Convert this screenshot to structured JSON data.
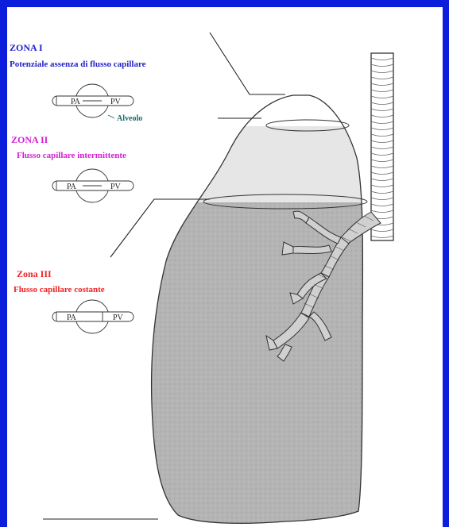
{
  "zone1": {
    "title": "ZONA I",
    "subtitle": "Potenziale assenza di flusso capillare",
    "pa": "PA",
    "pv": "PV",
    "alveolo": "Alveolo"
  },
  "zone2": {
    "title": "ZONA II",
    "subtitle": "Flusso capillare intermittente",
    "pa": "PA",
    "pv": "PV"
  },
  "zone3": {
    "title": "Zona III",
    "subtitle": "Flusso capillare costante",
    "pa": "PA",
    "pv": "PV"
  },
  "colors": {
    "background": "#0a1edc",
    "zone1_text": "#2222c8",
    "zone2_text": "#d21ed2",
    "zone3_text": "#ee2222",
    "lung_lower": "#b4b4b4",
    "lung_middle": "#e6e6e6"
  }
}
